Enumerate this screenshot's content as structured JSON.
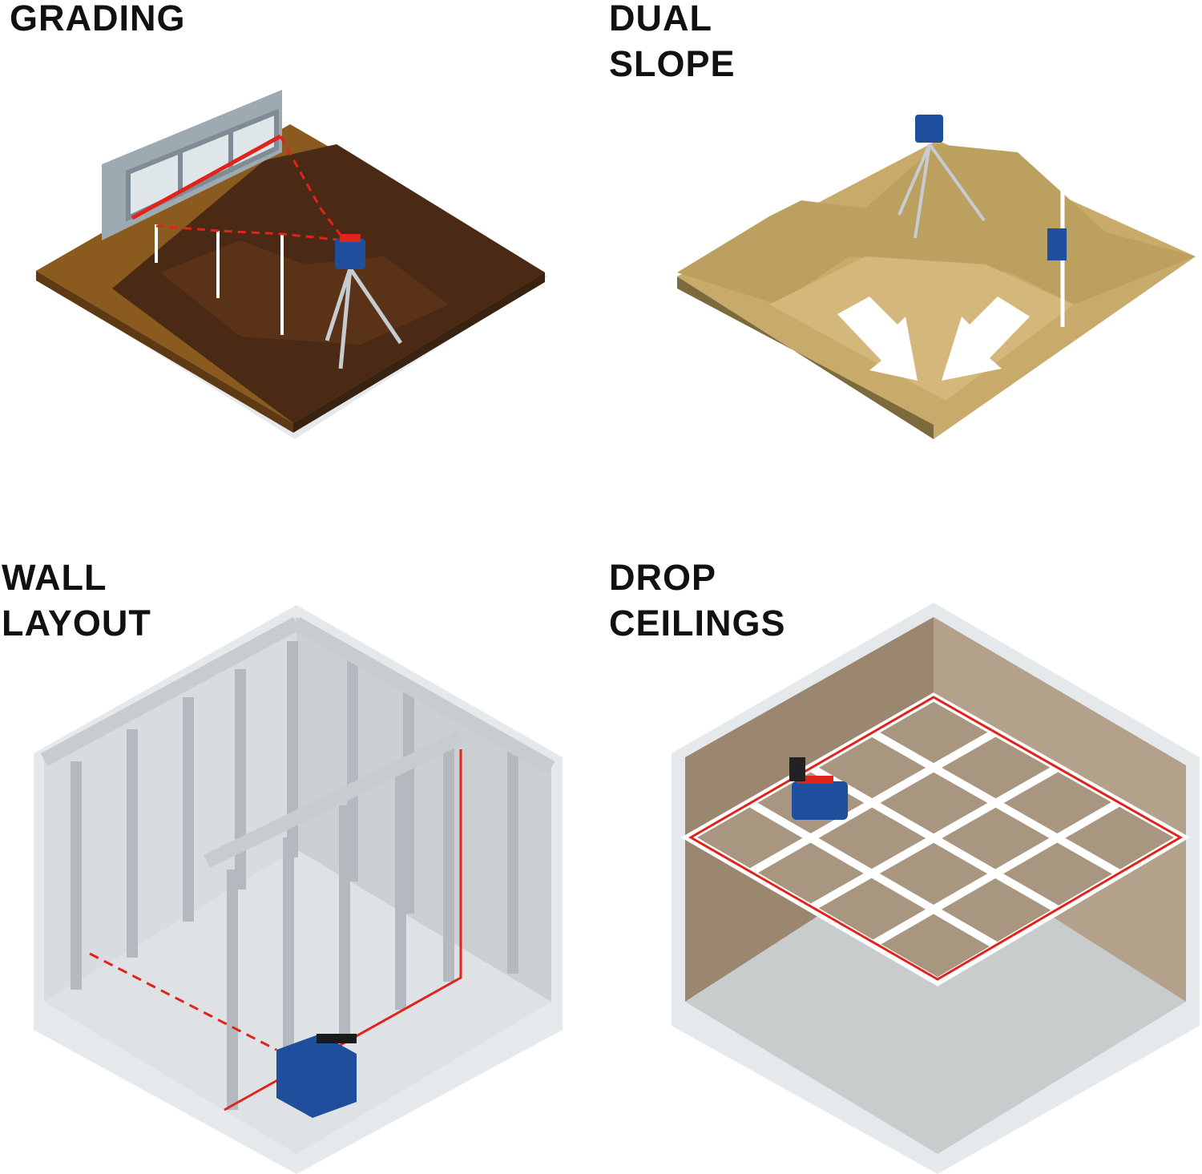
{
  "panels": [
    {
      "id": "grading",
      "title_lines": [
        "GRADING"
      ]
    },
    {
      "id": "dual-slope",
      "title_lines": [
        "DUAL",
        "SLOPE"
      ]
    },
    {
      "id": "wall-layout",
      "title_lines": [
        "WALL",
        "LAYOUT"
      ]
    },
    {
      "id": "drop-ceilings",
      "title_lines": [
        "DROP",
        "CEILINGS"
      ]
    }
  ],
  "colors": {
    "laser": "#e0241b",
    "tool_blue": "#1f4f9c",
    "dirt": "#8a5a1e",
    "excavation": "#4a2a14",
    "sand": "#c8aa6a",
    "steel": "#c4c9cd",
    "drywall_brown": "#9b8670"
  }
}
